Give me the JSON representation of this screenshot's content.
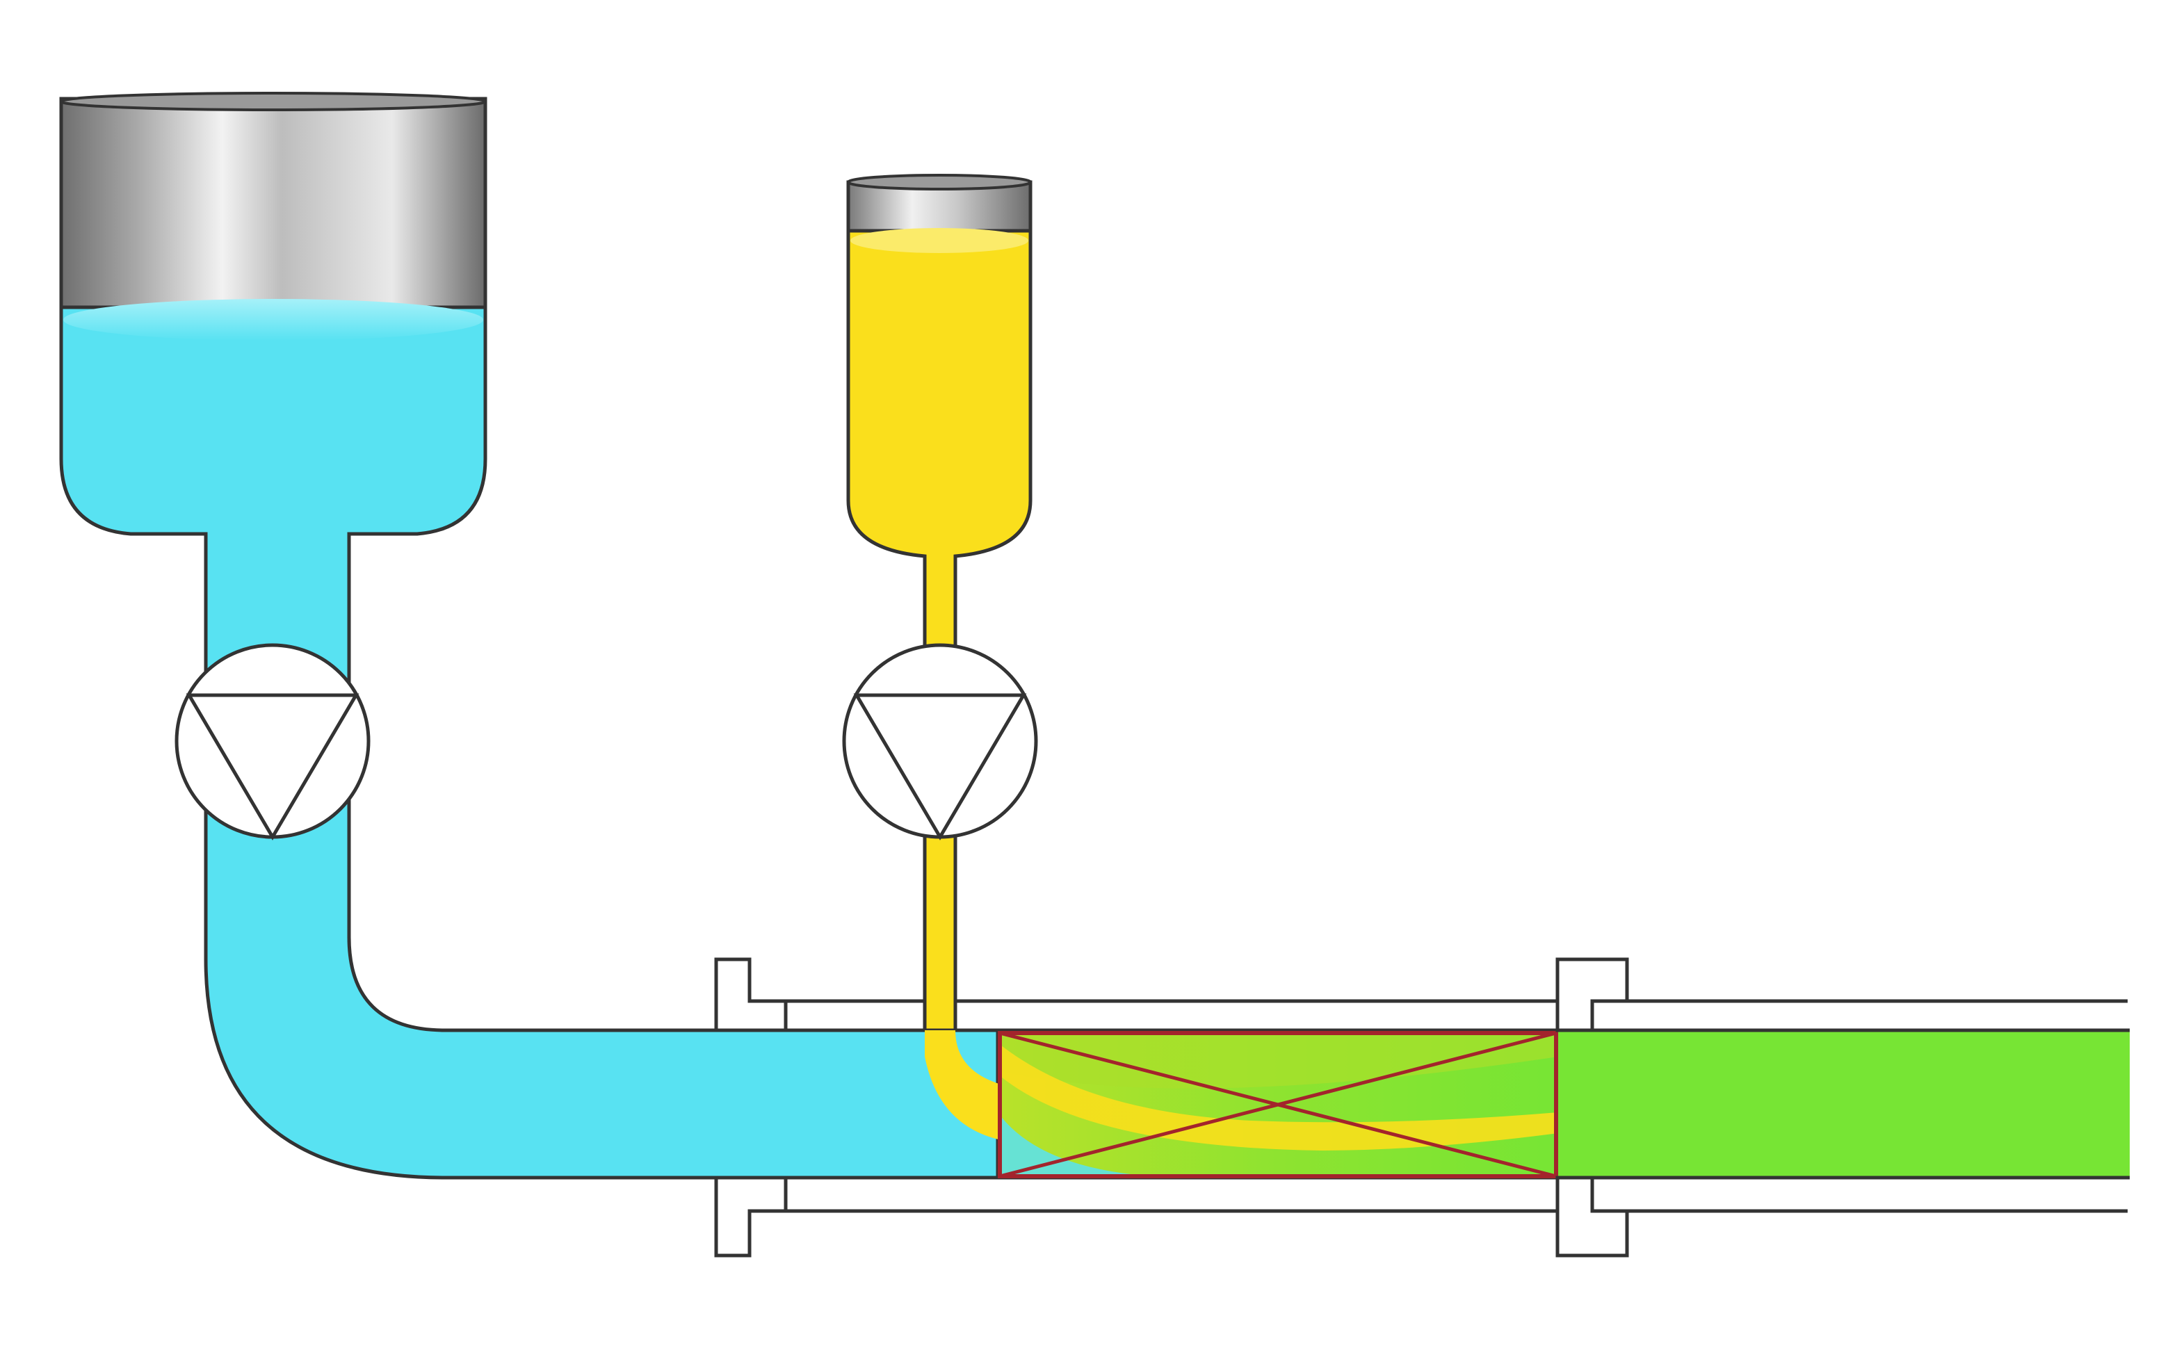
{
  "diagram": {
    "description_visible_text": "",
    "components": [
      {
        "id": "main-tank",
        "kind": "tank",
        "fluid": "water",
        "fill_level": 0.56
      },
      {
        "id": "dosing-tank",
        "kind": "tank",
        "fluid": "additive",
        "fill_level": 0.84
      },
      {
        "id": "main-pump",
        "kind": "pump",
        "symbol": "pump-triangle-down"
      },
      {
        "id": "dosing-pump",
        "kind": "pump",
        "symbol": "pump-triangle-down"
      },
      {
        "id": "static-mixer",
        "kind": "mixer",
        "symbol": "box-with-x"
      },
      {
        "id": "pipe-flanges",
        "kind": "flange",
        "count": 4
      }
    ],
    "colors": {
      "water": "#58E2F2",
      "additive": "#FADF1C",
      "mixed": "#77E534",
      "mixer_outline": "#A3242C",
      "outline": "#333333",
      "flange": "#ffffff",
      "pump_fill": "#ffffff",
      "background": "#ffffff"
    }
  }
}
